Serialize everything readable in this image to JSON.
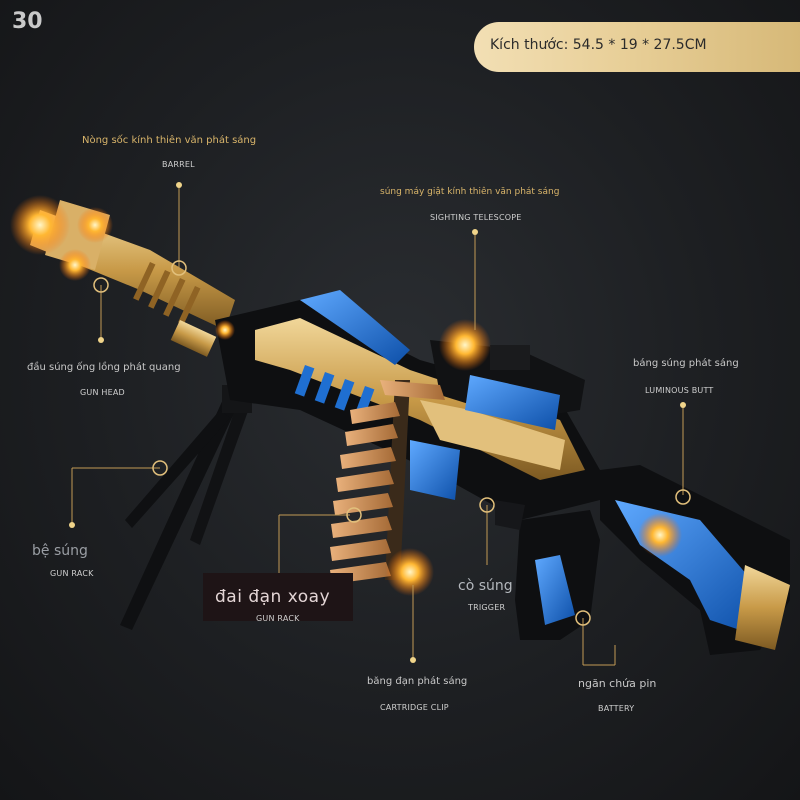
{
  "page_number": "30",
  "size_label": "Kích thước: 54.5 * 19 * 27.5CM",
  "callouts": {
    "barrel": {
      "vi": "Nòng sốc kính thiên văn phát sáng",
      "en": "BARREL"
    },
    "sighting_telescope": {
      "vi": "súng máy giật kính thiên văn phát sáng",
      "en": "SIGHTING TELESCOPE"
    },
    "gun_head": {
      "vi": "đầu súng ống lồng phát quang",
      "en": "GUN HEAD"
    },
    "luminous_butt": {
      "vi": "báng súng phát sáng",
      "en": "LUMINOUS BUTT"
    },
    "gun_rack": {
      "vi": "bệ súng",
      "en": "GUN RACK"
    },
    "rotating_clip": {
      "vi": "đai đạn xoay",
      "en": "GUN RACK"
    },
    "trigger": {
      "vi": "cò súng",
      "en": "TRIGGER"
    },
    "cartridge_clip": {
      "vi": "băng đạn phát sáng",
      "en": "CARTRIDGE CLIP"
    },
    "battery": {
      "vi": "ngăn chứa pin",
      "en": "BATTERY"
    }
  },
  "colors": {
    "background": "#1d1f22",
    "accent_gold": "#d8b46a",
    "gun_blue": "#1f6fd1",
    "gun_black": "#0e0f11"
  }
}
